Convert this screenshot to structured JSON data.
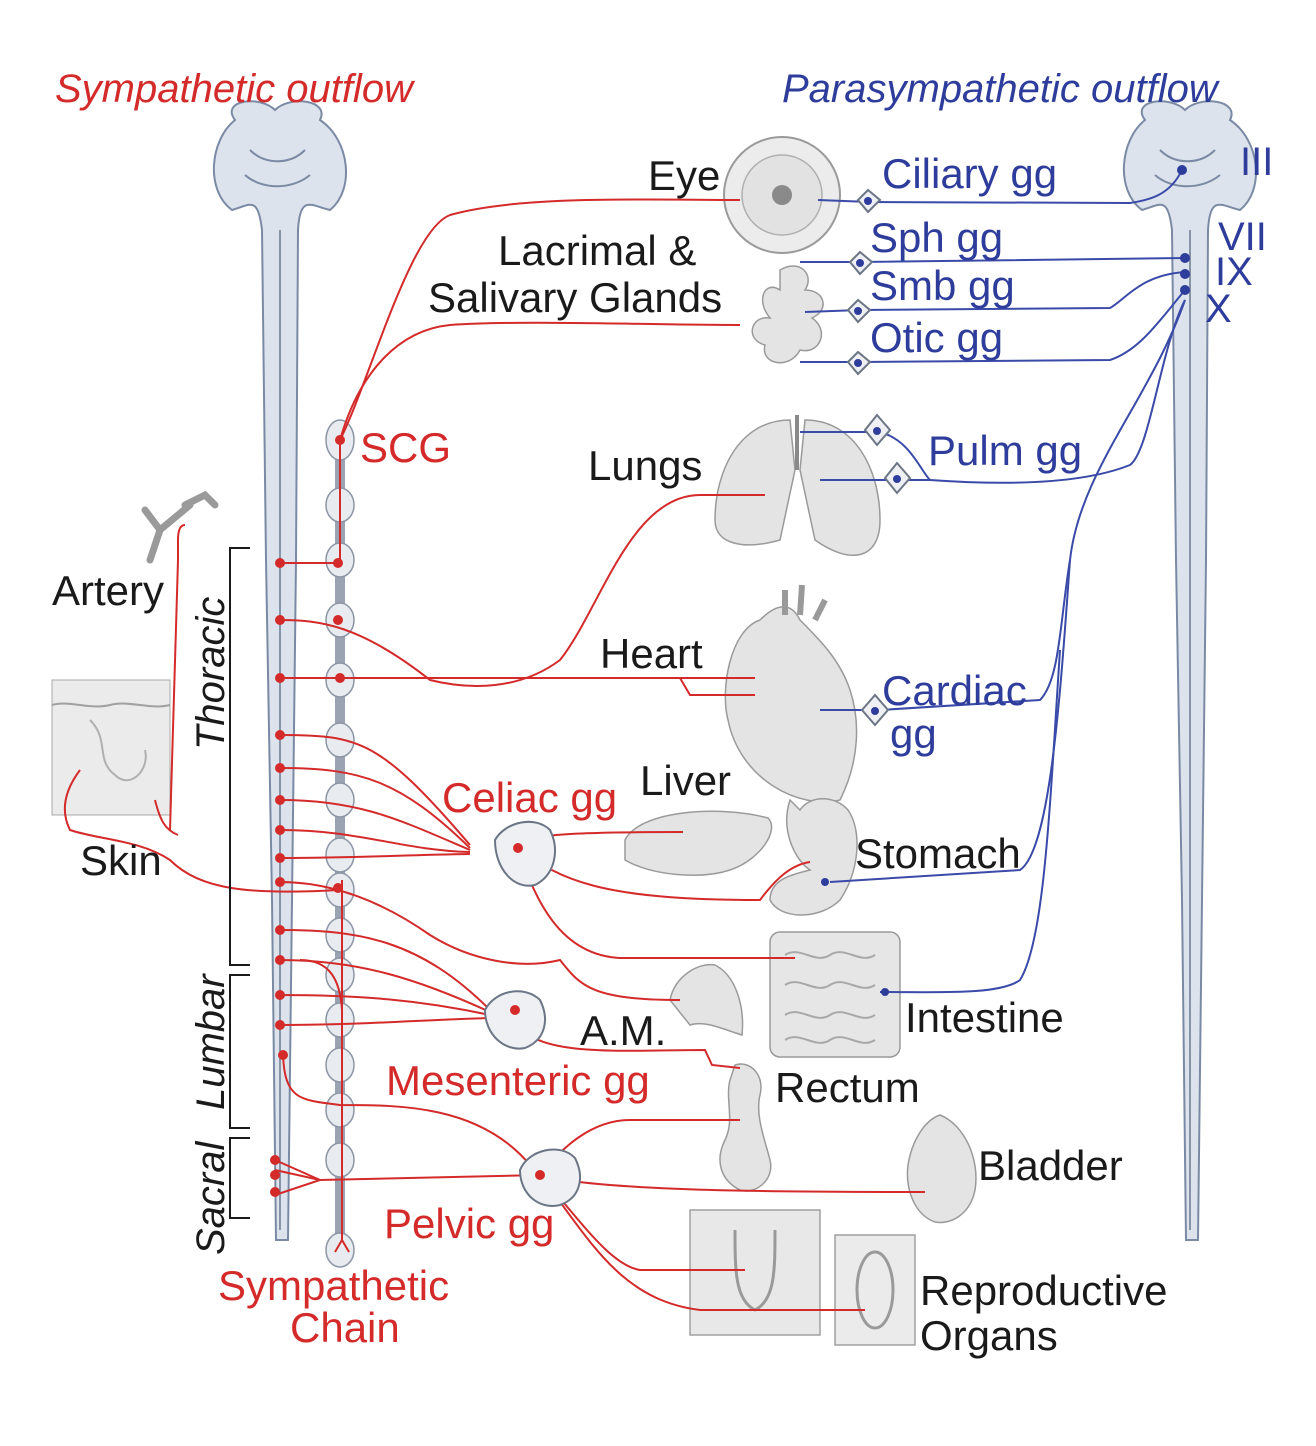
{
  "titles": {
    "sympathetic": "Sympathetic outflow",
    "parasympathetic": "Parasympathetic outflow"
  },
  "regions": {
    "thoracic": "Thoracic",
    "lumbar": "Lumbar",
    "sacral": "Sacral"
  },
  "cranial_nerves": {
    "III": "III",
    "VII": "VII",
    "IX": "IX",
    "X": "X"
  },
  "sympathetic_labels": {
    "scg": "SCG",
    "celiac": "Celiac gg",
    "mesenteric": "Mesenteric gg",
    "pelvic": "Pelvic gg",
    "chain_line1": "Sympathetic",
    "chain_line2": "Chain"
  },
  "parasympathetic_labels": {
    "ciliary": "Ciliary gg",
    "sph": "Sph gg",
    "smb": "Smb gg",
    "otic": "Otic gg",
    "pulm": "Pulm gg",
    "cardiac_line1": "Cardiac",
    "cardiac_line2": "gg"
  },
  "organs": {
    "eye": "Eye",
    "glands_line1": "Lacrimal &",
    "glands_line2": "Salivary Glands",
    "lungs": "Lungs",
    "heart": "Heart",
    "liver": "Liver",
    "stomach": "Stomach",
    "intestine": "Intestine",
    "am": "A.M.",
    "rectum": "Rectum",
    "bladder": "Bladder",
    "repro_line1": "Reproductive",
    "repro_line2": "Organs",
    "artery": "Artery",
    "skin": "Skin"
  },
  "colors": {
    "sympathetic": "#d42a2a",
    "parasympathetic": "#2e3d9c",
    "label": "#1a1a1a"
  }
}
